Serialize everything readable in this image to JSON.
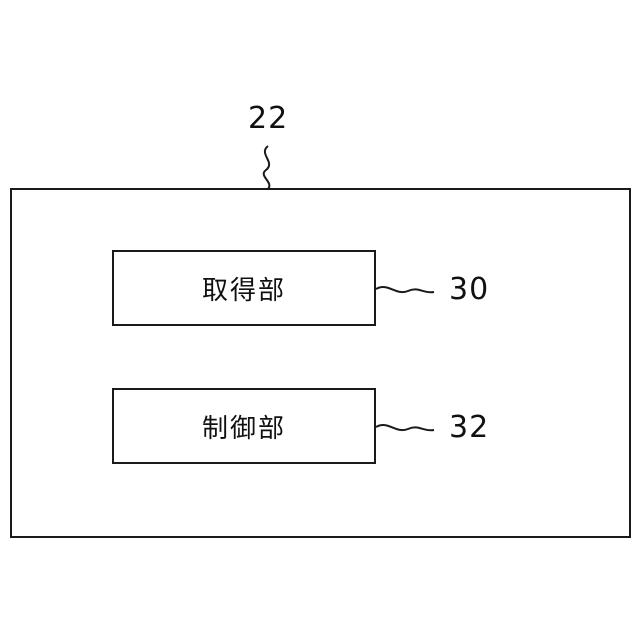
{
  "diagram": {
    "container": {
      "ref": "22"
    },
    "blocks": [
      {
        "label": "取得部",
        "ref": "30"
      },
      {
        "label": "制御部",
        "ref": "32"
      }
    ],
    "colors": {
      "line": "#1a1a1a",
      "background": "#ffffff"
    }
  }
}
